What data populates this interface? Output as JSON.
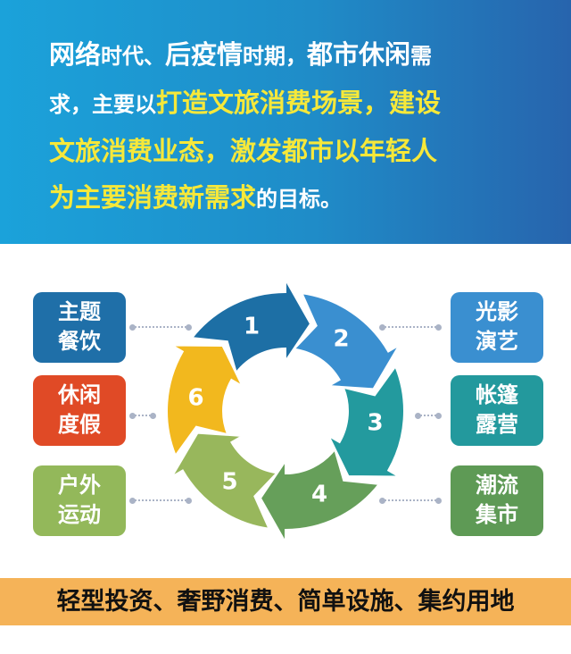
{
  "header": {
    "l1": [
      "网络",
      "时代、",
      "后疫情",
      "时期，",
      "都市休闲",
      "需"
    ],
    "l2": [
      "求，主要以",
      "打造文旅消费场景，建设"
    ],
    "l3": "文旅消费业态，激发都市以年轻人",
    "l4": [
      "为主要消费新需求",
      "的目标。"
    ]
  },
  "cycle": {
    "segments": [
      {
        "label": "1",
        "color": "#1d6fa5"
      },
      {
        "label": "2",
        "color": "#3a8fd0"
      },
      {
        "label": "3",
        "color": "#239a9e"
      },
      {
        "label": "4",
        "color": "#669f5a"
      },
      {
        "label": "5",
        "color": "#98b75c"
      },
      {
        "label": "6",
        "color": "#f2b81e"
      }
    ]
  },
  "left_boxes": [
    {
      "l1": "主题",
      "l2": "餐饮",
      "color": "#1f6fa8"
    },
    {
      "l1": "休闲",
      "l2": "度假",
      "color": "#e04a26"
    },
    {
      "l1": "户外",
      "l2": "运动",
      "color": "#93b85a"
    }
  ],
  "right_boxes": [
    {
      "l1": "光影",
      "l2": "演艺",
      "color": "#3a8fd0"
    },
    {
      "l1": "帐篷",
      "l2": "露营",
      "color": "#23999d"
    },
    {
      "l1": "潮流",
      "l2": "集市",
      "color": "#5e9a55"
    }
  ],
  "footer": "轻型投资、奢野消费、简单设施、集约用地"
}
